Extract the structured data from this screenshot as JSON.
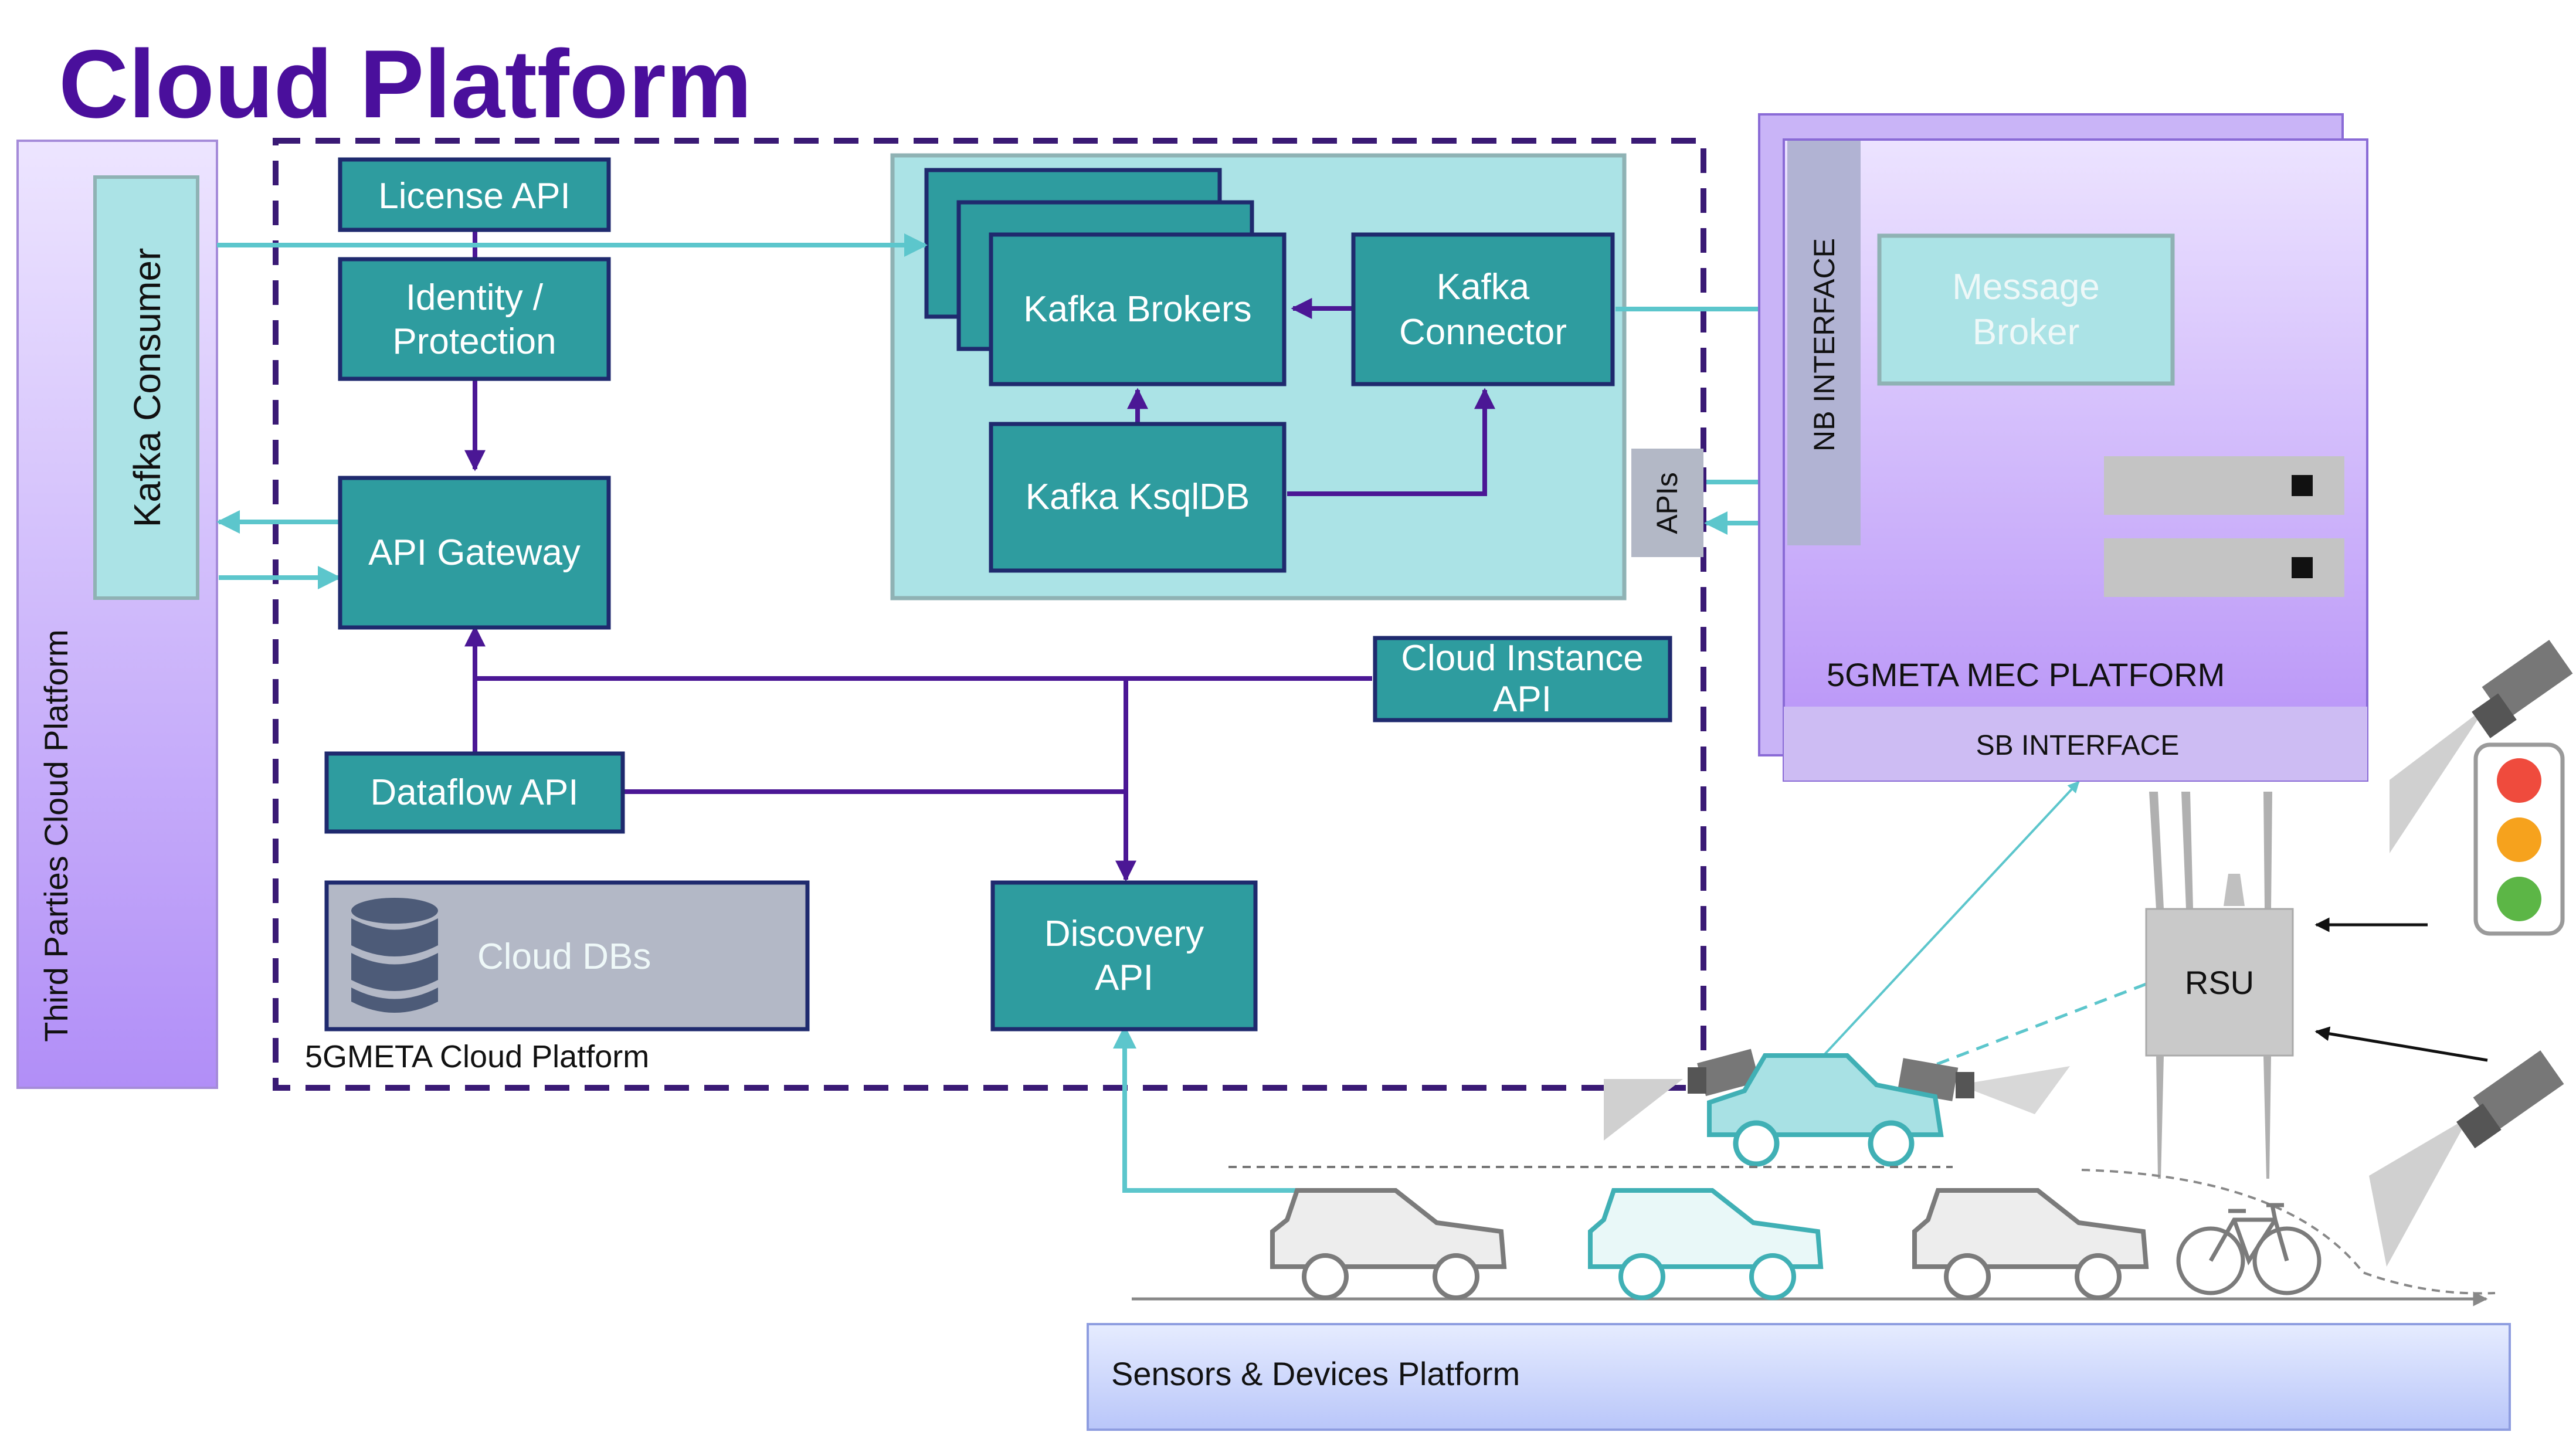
{
  "title": "Cloud Platform",
  "third_party": {
    "label": "Third Parties Cloud Platform",
    "kafka_consumer": "Kafka Consumer"
  },
  "cloud": {
    "license_api": "License API",
    "identity": [
      "Identity /",
      "Protection"
    ],
    "api_gateway": "API Gateway",
    "dataflow_api": "Dataflow API",
    "cloud_instance_api": [
      "Cloud Instance",
      "API"
    ],
    "discovery_api": [
      "Discovery",
      "API"
    ],
    "cloud_dbs": "Cloud DBs",
    "platform_label": "5GMETA Cloud Platform",
    "kafka_brokers": "Kafka Brokers",
    "kafka_connector": [
      "Kafka",
      "Connector"
    ],
    "kafka_ksqldb": "Kafka KsqlDB",
    "apis": "APIs"
  },
  "mec": {
    "nb_interface": "NB INTERFACE",
    "message_broker": [
      "Message",
      "Broker"
    ],
    "platform_label": "5GMETA MEC PLATFORM",
    "sb_interface": "SB INTERFACE"
  },
  "edge": {
    "rsu": "RSU",
    "sensors_platform": "Sensors & Devices Platform"
  },
  "colors": {
    "title": "#4a0f9c",
    "teal": "#2e9c9f",
    "teal_dark_border": "#1f2a6e",
    "light_teal": "#abe3e6",
    "purple_line": "#4b1795",
    "cyan_arrow": "#5cc6cc",
    "purple_panel_top": "#ece4ff",
    "purple_panel_bottom": "#b18ef7",
    "gray_db": "#b3b8c6"
  }
}
